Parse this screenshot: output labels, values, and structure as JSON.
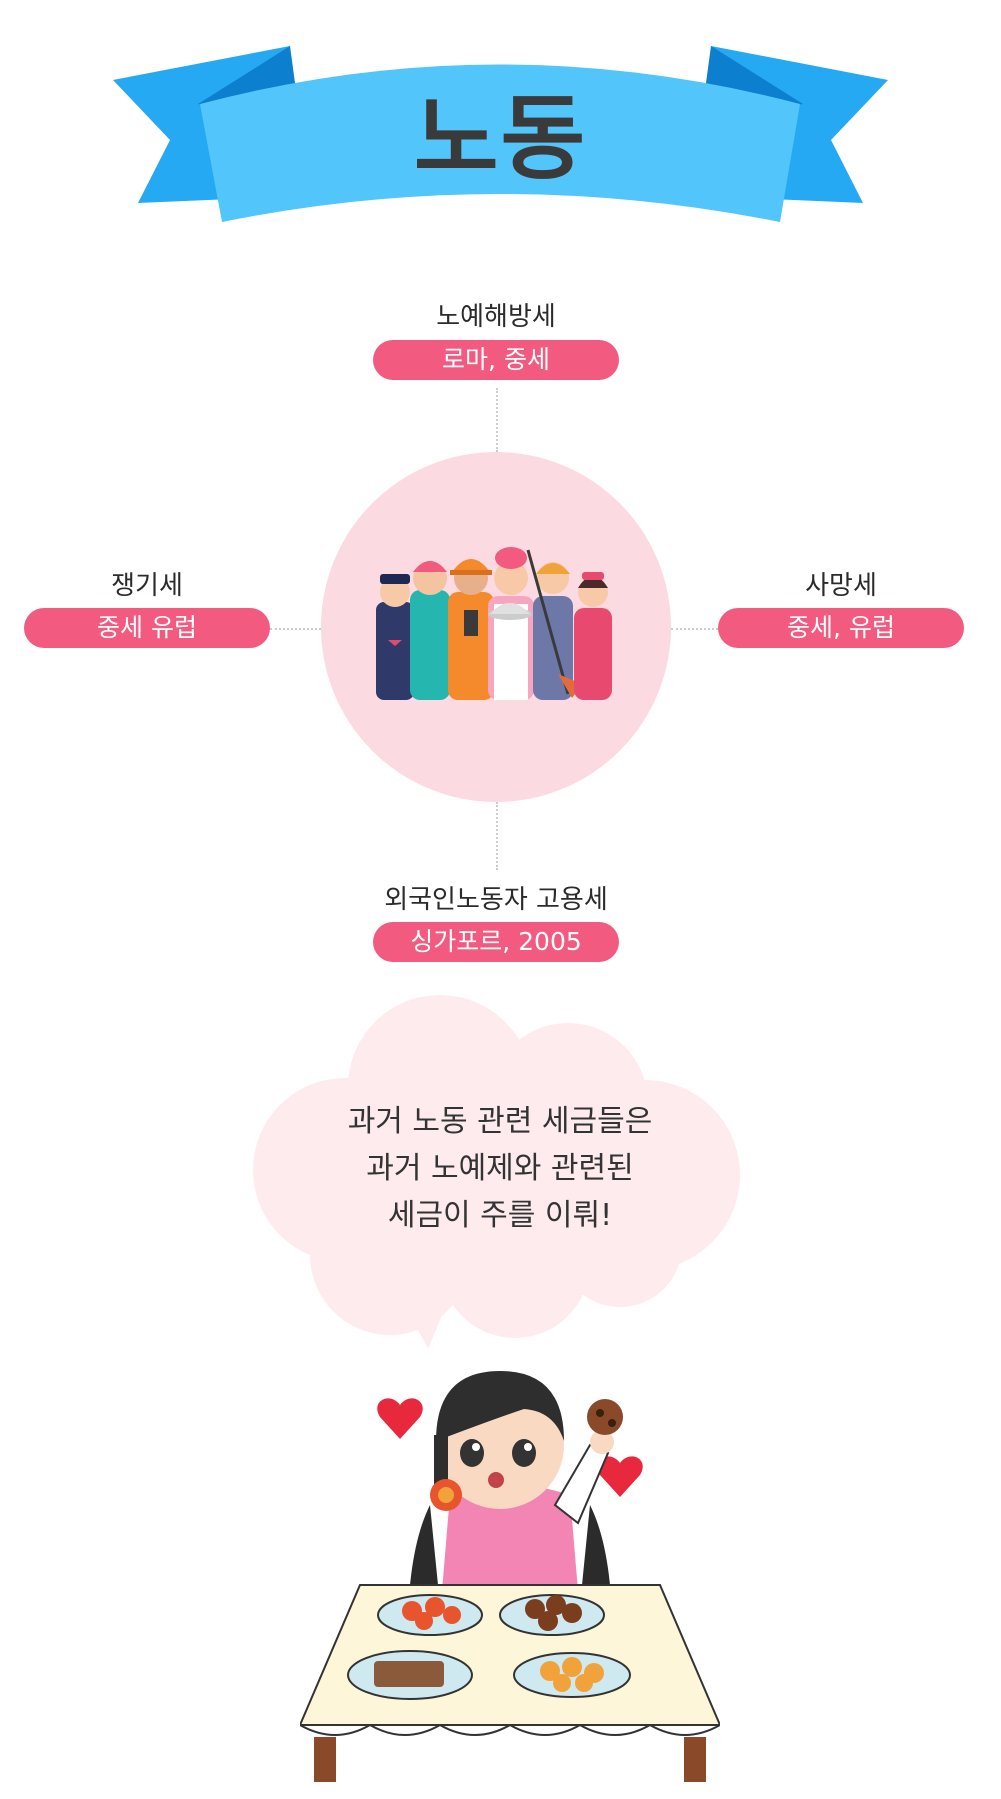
{
  "banner": {
    "title": "노동"
  },
  "diagram": {
    "top": {
      "title": "노예해방세",
      "tag": "로마, 중세"
    },
    "left": {
      "title": "쟁기세",
      "tag": "중세 유럽"
    },
    "right": {
      "title": "사망세",
      "tag": "중세, 유럽"
    },
    "bottom": {
      "title": "외국인노동자 고용세",
      "tag": "싱가포르, 2005"
    },
    "center_image": "workers-illustration"
  },
  "speech": {
    "lines": [
      "과거 노동 관련 세금들은",
      "과거 노예제와 관련된",
      "세금이 주를 이뤄!"
    ]
  },
  "character_image": "girl-eating-cookies-illustration",
  "colors": {
    "pill": "#f25a80",
    "banner": "#52c5fb",
    "banner_dark": "#0c7fcf",
    "circle": "#fbdbe1",
    "bubble": "#fdebee"
  }
}
